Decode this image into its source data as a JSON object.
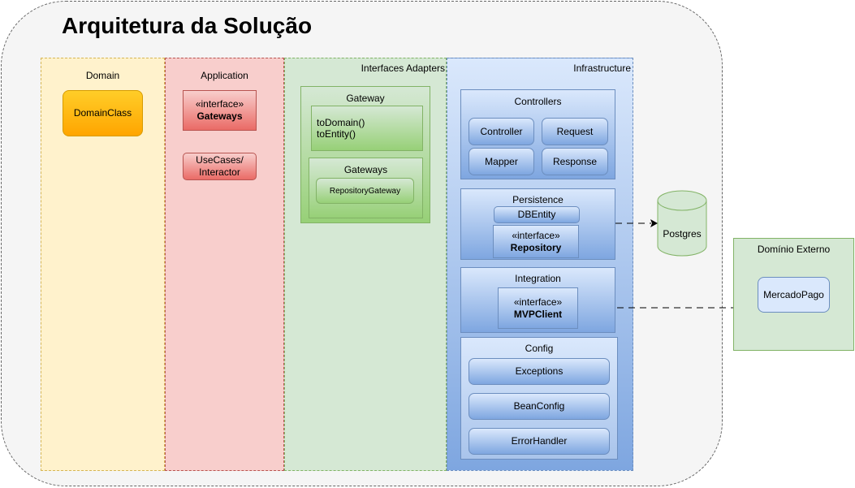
{
  "title": "Arquitetura da Solução",
  "lanes": {
    "domain": {
      "label": "Domain"
    },
    "application": {
      "label": "Application"
    },
    "interfaces_adapters": {
      "label": "Interfaces Adapters"
    },
    "infrastructure": {
      "label": "Infrastructure"
    }
  },
  "domain": {
    "domain_class": "DomainClass"
  },
  "application": {
    "gateways_interface": {
      "stereotype": "«interface»",
      "name": "Gateways"
    },
    "usecases": {
      "line1": "UseCases/",
      "line2": "Interactor"
    }
  },
  "interfaces_adapters": {
    "gateway": {
      "label": "Gateway",
      "methods": [
        "toDomain()",
        "toEntity()"
      ]
    },
    "gateways": {
      "label": "Gateways",
      "items": [
        "RepositoryGateway"
      ]
    }
  },
  "infrastructure": {
    "controllers": {
      "label": "Controllers",
      "items": [
        "Controller",
        "Request",
        "Mapper",
        "Response"
      ]
    },
    "persistence": {
      "label": "Persistence",
      "dbentity": "DBEntity",
      "repository": {
        "stereotype": "«interface»",
        "name": "Repository"
      }
    },
    "integration": {
      "label": "Integration",
      "client": {
        "stereotype": "«interface»",
        "name": "MVPClient"
      }
    },
    "config": {
      "label": "Config",
      "items": [
        "Exceptions",
        "BeanConfig",
        "ErrorHandler"
      ]
    }
  },
  "database": {
    "label": "Postgres"
  },
  "external": {
    "label": "Domínio Externo",
    "service": "MercadoPago"
  },
  "colors": {
    "domain_fill": "#fff2cc",
    "domain_stroke": "#d6b656",
    "application_fill": "#f8cecc",
    "application_stroke": "#b85450",
    "adapters_fill": "#d5e8d4",
    "adapters_stroke": "#82b366",
    "infrastructure_fill": "#dae8fc",
    "infrastructure_stroke": "#6c8ebf",
    "domain_class_fill": "#ffcd28"
  }
}
